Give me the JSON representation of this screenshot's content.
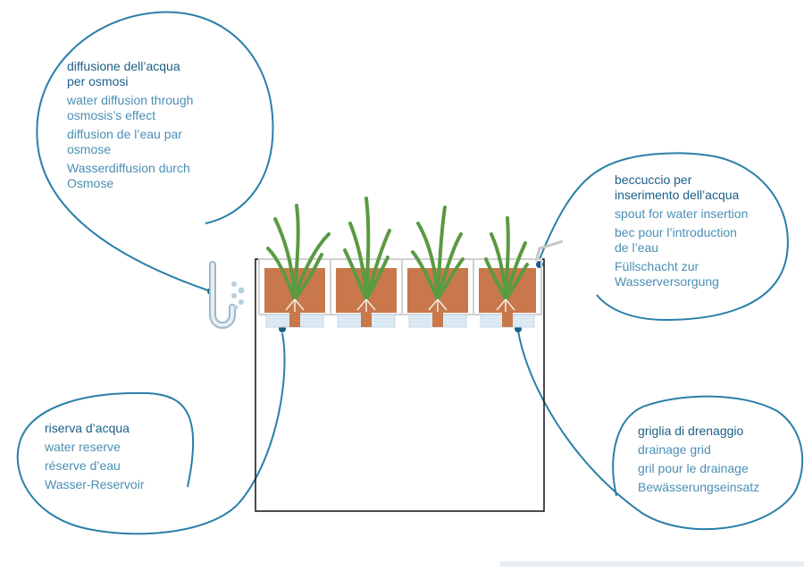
{
  "colors": {
    "outline": "#2a7fa9",
    "title_text": "#1a5f86",
    "body_text": "#4b8fb5",
    "soil": "#c8784a",
    "leaf": "#6aa84f",
    "water": "#dbe9f4"
  },
  "callouts": {
    "osmosis": {
      "title": "diffusione dell’acqua\nper osmosi",
      "lines": [
        "water diffusion through\nosmosis’s effect",
        "diffusion de l’eau par\nosmose",
        "Wasserdiffusion durch\nOsmose"
      ]
    },
    "spout": {
      "title": "beccuccio per\ninserimento dell’acqua",
      "lines": [
        "spout for water insertion",
        "bec pour l’introduction\nde l’eau",
        "Füllschacht zur\nWasserversorgung"
      ]
    },
    "reserve": {
      "title": "riserva d’acqua",
      "lines": [
        "water reserve",
        "réserve d’eau",
        "Wasser-Reservoir"
      ]
    },
    "grid": {
      "title": "griglia di drenaggio",
      "lines": [
        "drainage grid",
        "gril pour le drainage",
        "Bewässerungseinsatz"
      ]
    }
  },
  "icons": {
    "water_drop_pipe": "pipe-with-droplets-icon",
    "plant": "plant-icon"
  }
}
